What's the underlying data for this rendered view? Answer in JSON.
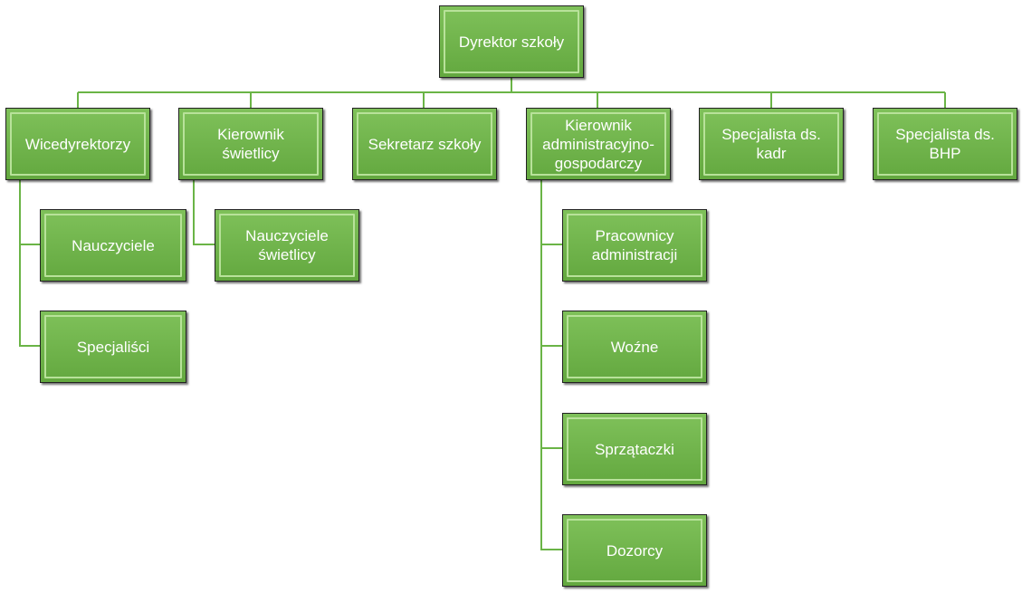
{
  "org_chart": {
    "root": "Dyrektor szkoły",
    "level1": [
      "Wicedyrektorzy",
      "Kierownik\nświetlicy",
      "Sekretarz szkoły",
      "Kierownik\nadministracyjno-\ngospodarczy",
      "Specjalista ds.\nkadr",
      "Specjalista ds. BHP"
    ],
    "wicedyrektorzy_children": [
      "Nauczyciele",
      "Specjaliści"
    ],
    "kierownik_swietlicy_children": [
      "Nauczyciele\nświetlicy"
    ],
    "kierownik_admin_children": [
      "Pracownicy\nadministracji",
      "Woźne",
      "Sprzątaczki",
      "Dozorcy"
    ]
  },
  "colors": {
    "box_fill": "#6ab446",
    "inner_border": "#b8e29a",
    "connector": "#6ab446",
    "text": "#ffffff"
  }
}
